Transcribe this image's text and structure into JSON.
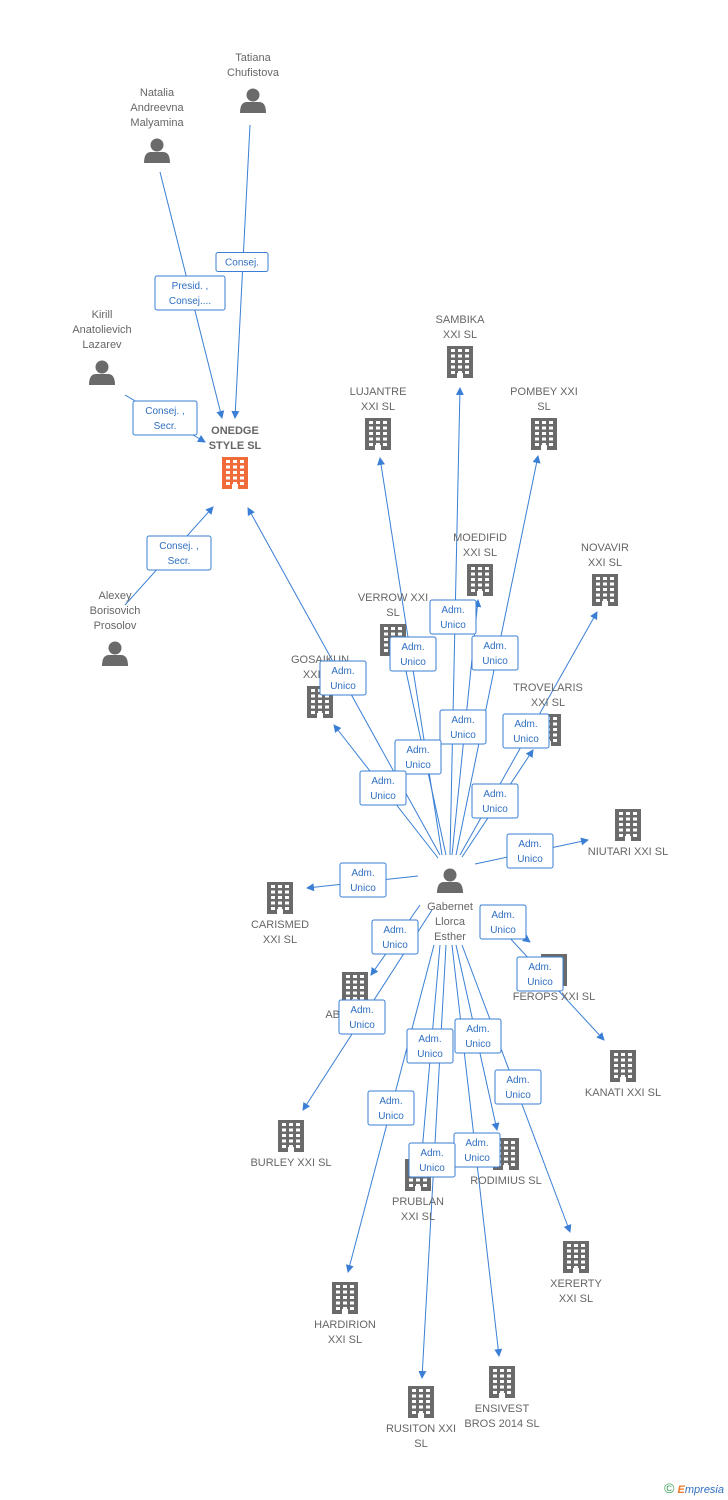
{
  "colors": {
    "edge": "#3a7fd5",
    "person": "#6a6a6a",
    "company": "#6a6a6a",
    "focus_company": "#f06a3a"
  },
  "nodes": [
    {
      "id": "tatiana",
      "type": "person",
      "lines": [
        "Tatiana",
        "Chufistova"
      ]
    },
    {
      "id": "natalia",
      "type": "person",
      "lines": [
        "Natalia",
        "Andreevna",
        "Malyamina"
      ]
    },
    {
      "id": "kirill",
      "type": "person",
      "lines": [
        "Kirill",
        "Anatolievich",
        "Lazarev"
      ]
    },
    {
      "id": "alexey",
      "type": "person",
      "lines": [
        "Alexey",
        "Borisovich",
        "Prosolov"
      ]
    },
    {
      "id": "gabernet",
      "type": "person",
      "lines": [
        "Gabernet",
        "Llorca",
        "Esther"
      ]
    },
    {
      "id": "onedge",
      "type": "focus",
      "lines": [
        "ONEDGE",
        "STYLE SL"
      ]
    },
    {
      "id": "sambika",
      "type": "company",
      "lines": [
        "SAMBIKA",
        "XXI SL"
      ]
    },
    {
      "id": "lujantre",
      "type": "company",
      "lines": [
        "LUJANTRE",
        "XXI SL"
      ]
    },
    {
      "id": "pombey",
      "type": "company",
      "lines": [
        "POMBEY XXI",
        "SL"
      ]
    },
    {
      "id": "moedifid",
      "type": "company",
      "lines": [
        "MOEDIFID",
        "XXI SL"
      ]
    },
    {
      "id": "novavir",
      "type": "company",
      "lines": [
        "NOVAVIR",
        "XXI SL"
      ]
    },
    {
      "id": "verrow",
      "type": "company",
      "lines": [
        "VERROW XXI",
        "SL"
      ]
    },
    {
      "id": "gosaikun",
      "type": "company",
      "lines": [
        "GOSAIKUN",
        "XXI SL"
      ]
    },
    {
      "id": "trovelaris",
      "type": "company",
      "lines": [
        "TROVELARIS",
        "XXI SL"
      ]
    },
    {
      "id": "niutari",
      "type": "company",
      "lines": [
        "NIUTARI XXI SL"
      ]
    },
    {
      "id": "carismed",
      "type": "company",
      "lines": [
        "CARISMED",
        "XXI SL"
      ]
    },
    {
      "id": "ferops",
      "type": "company",
      "lines": [
        "FEROPS XXI SL"
      ]
    },
    {
      "id": "abiso",
      "type": "company",
      "lines": [
        "ABISO... SL"
      ]
    },
    {
      "id": "kanati",
      "type": "company",
      "lines": [
        "KANATI XXI SL"
      ]
    },
    {
      "id": "burley",
      "type": "company",
      "lines": [
        "BURLEY XXI SL"
      ]
    },
    {
      "id": "rodimius",
      "type": "company",
      "lines": [
        "RODIMIUS SL"
      ]
    },
    {
      "id": "prublan",
      "type": "company",
      "lines": [
        "PRUBLAN",
        "XXI SL"
      ]
    },
    {
      "id": "xererty",
      "type": "company",
      "lines": [
        "XERERTY",
        "XXI SL"
      ]
    },
    {
      "id": "hardirion",
      "type": "company",
      "lines": [
        "HARDIRION",
        "XXI SL"
      ]
    },
    {
      "id": "ensivest",
      "type": "company",
      "lines": [
        "ENSIVEST",
        "BROS 2014 SL"
      ]
    },
    {
      "id": "rusiton",
      "type": "company",
      "lines": [
        "RUSITON XXI",
        "SL"
      ]
    }
  ],
  "edges": [
    {
      "from": "tatiana",
      "to": "onedge",
      "role": [
        "Consej."
      ]
    },
    {
      "from": "natalia",
      "to": "onedge",
      "role": [
        "Presid. ,",
        "Consej...."
      ]
    },
    {
      "from": "kirill",
      "to": "onedge",
      "role": [
        "Consej. ,",
        "Secr."
      ]
    },
    {
      "from": "alexey",
      "to": "onedge",
      "role": [
        "Consej. ,",
        "Secr."
      ]
    },
    {
      "from": "gabernet",
      "to": "onedge",
      "role": [
        "Adm.",
        "Unico"
      ]
    },
    {
      "from": "gabernet",
      "to": "lujantre",
      "role": [
        "Adm.",
        "Unico"
      ]
    },
    {
      "from": "gabernet",
      "to": "sambika",
      "role": [
        "Adm.",
        "Unico"
      ]
    },
    {
      "from": "gabernet",
      "to": "pombey",
      "role": [
        "Adm.",
        "Unico"
      ]
    },
    {
      "from": "gabernet",
      "to": "moedifid",
      "role": [
        "Adm.",
        "Unico"
      ]
    },
    {
      "from": "gabernet",
      "to": "verrow",
      "role": [
        "Adm.",
        "Unico"
      ]
    },
    {
      "from": "gabernet",
      "to": "gosaikun",
      "role": [
        "Adm.",
        "Unico"
      ]
    },
    {
      "from": "gabernet",
      "to": "novavir",
      "role": [
        "Adm.",
        "Unico"
      ]
    },
    {
      "from": "gabernet",
      "to": "trovelaris",
      "role": [
        "Adm.",
        "Unico"
      ]
    },
    {
      "from": "gabernet",
      "to": "niutari",
      "role": [
        "Adm.",
        "Unico"
      ]
    },
    {
      "from": "gabernet",
      "to": "carismed",
      "role": [
        "Adm.",
        "Unico"
      ]
    },
    {
      "from": "gabernet",
      "to": "ferops",
      "role": [
        "Adm.",
        "Unico"
      ]
    },
    {
      "from": "gabernet",
      "to": "abiso",
      "role": [
        "Adm.",
        "Unico"
      ]
    },
    {
      "from": "gabernet",
      "to": "kanati",
      "role": [
        "Adm.",
        "Unico"
      ]
    },
    {
      "from": "gabernet",
      "to": "burley",
      "role": [
        "Adm.",
        "Unico"
      ]
    },
    {
      "from": "gabernet",
      "to": "rodimius",
      "role": [
        "Adm.",
        "Unico"
      ]
    },
    {
      "from": "gabernet",
      "to": "prublan",
      "role": [
        "Adm.",
        "Unico"
      ]
    },
    {
      "from": "gabernet",
      "to": "xererty",
      "role": [
        "Adm.",
        "Unico"
      ]
    },
    {
      "from": "gabernet",
      "to": "hardirion",
      "role": [
        "Adm.",
        "Unico"
      ]
    },
    {
      "from": "gabernet",
      "to": "ensivest",
      "role": [
        "Adm.",
        "Unico"
      ]
    },
    {
      "from": "gabernet",
      "to": "rusiton",
      "role": [
        "Adm.",
        "Unico"
      ]
    }
  ],
  "footer": {
    "copyright": "©",
    "brand_initial": "E",
    "brand_rest": "mpresia"
  }
}
